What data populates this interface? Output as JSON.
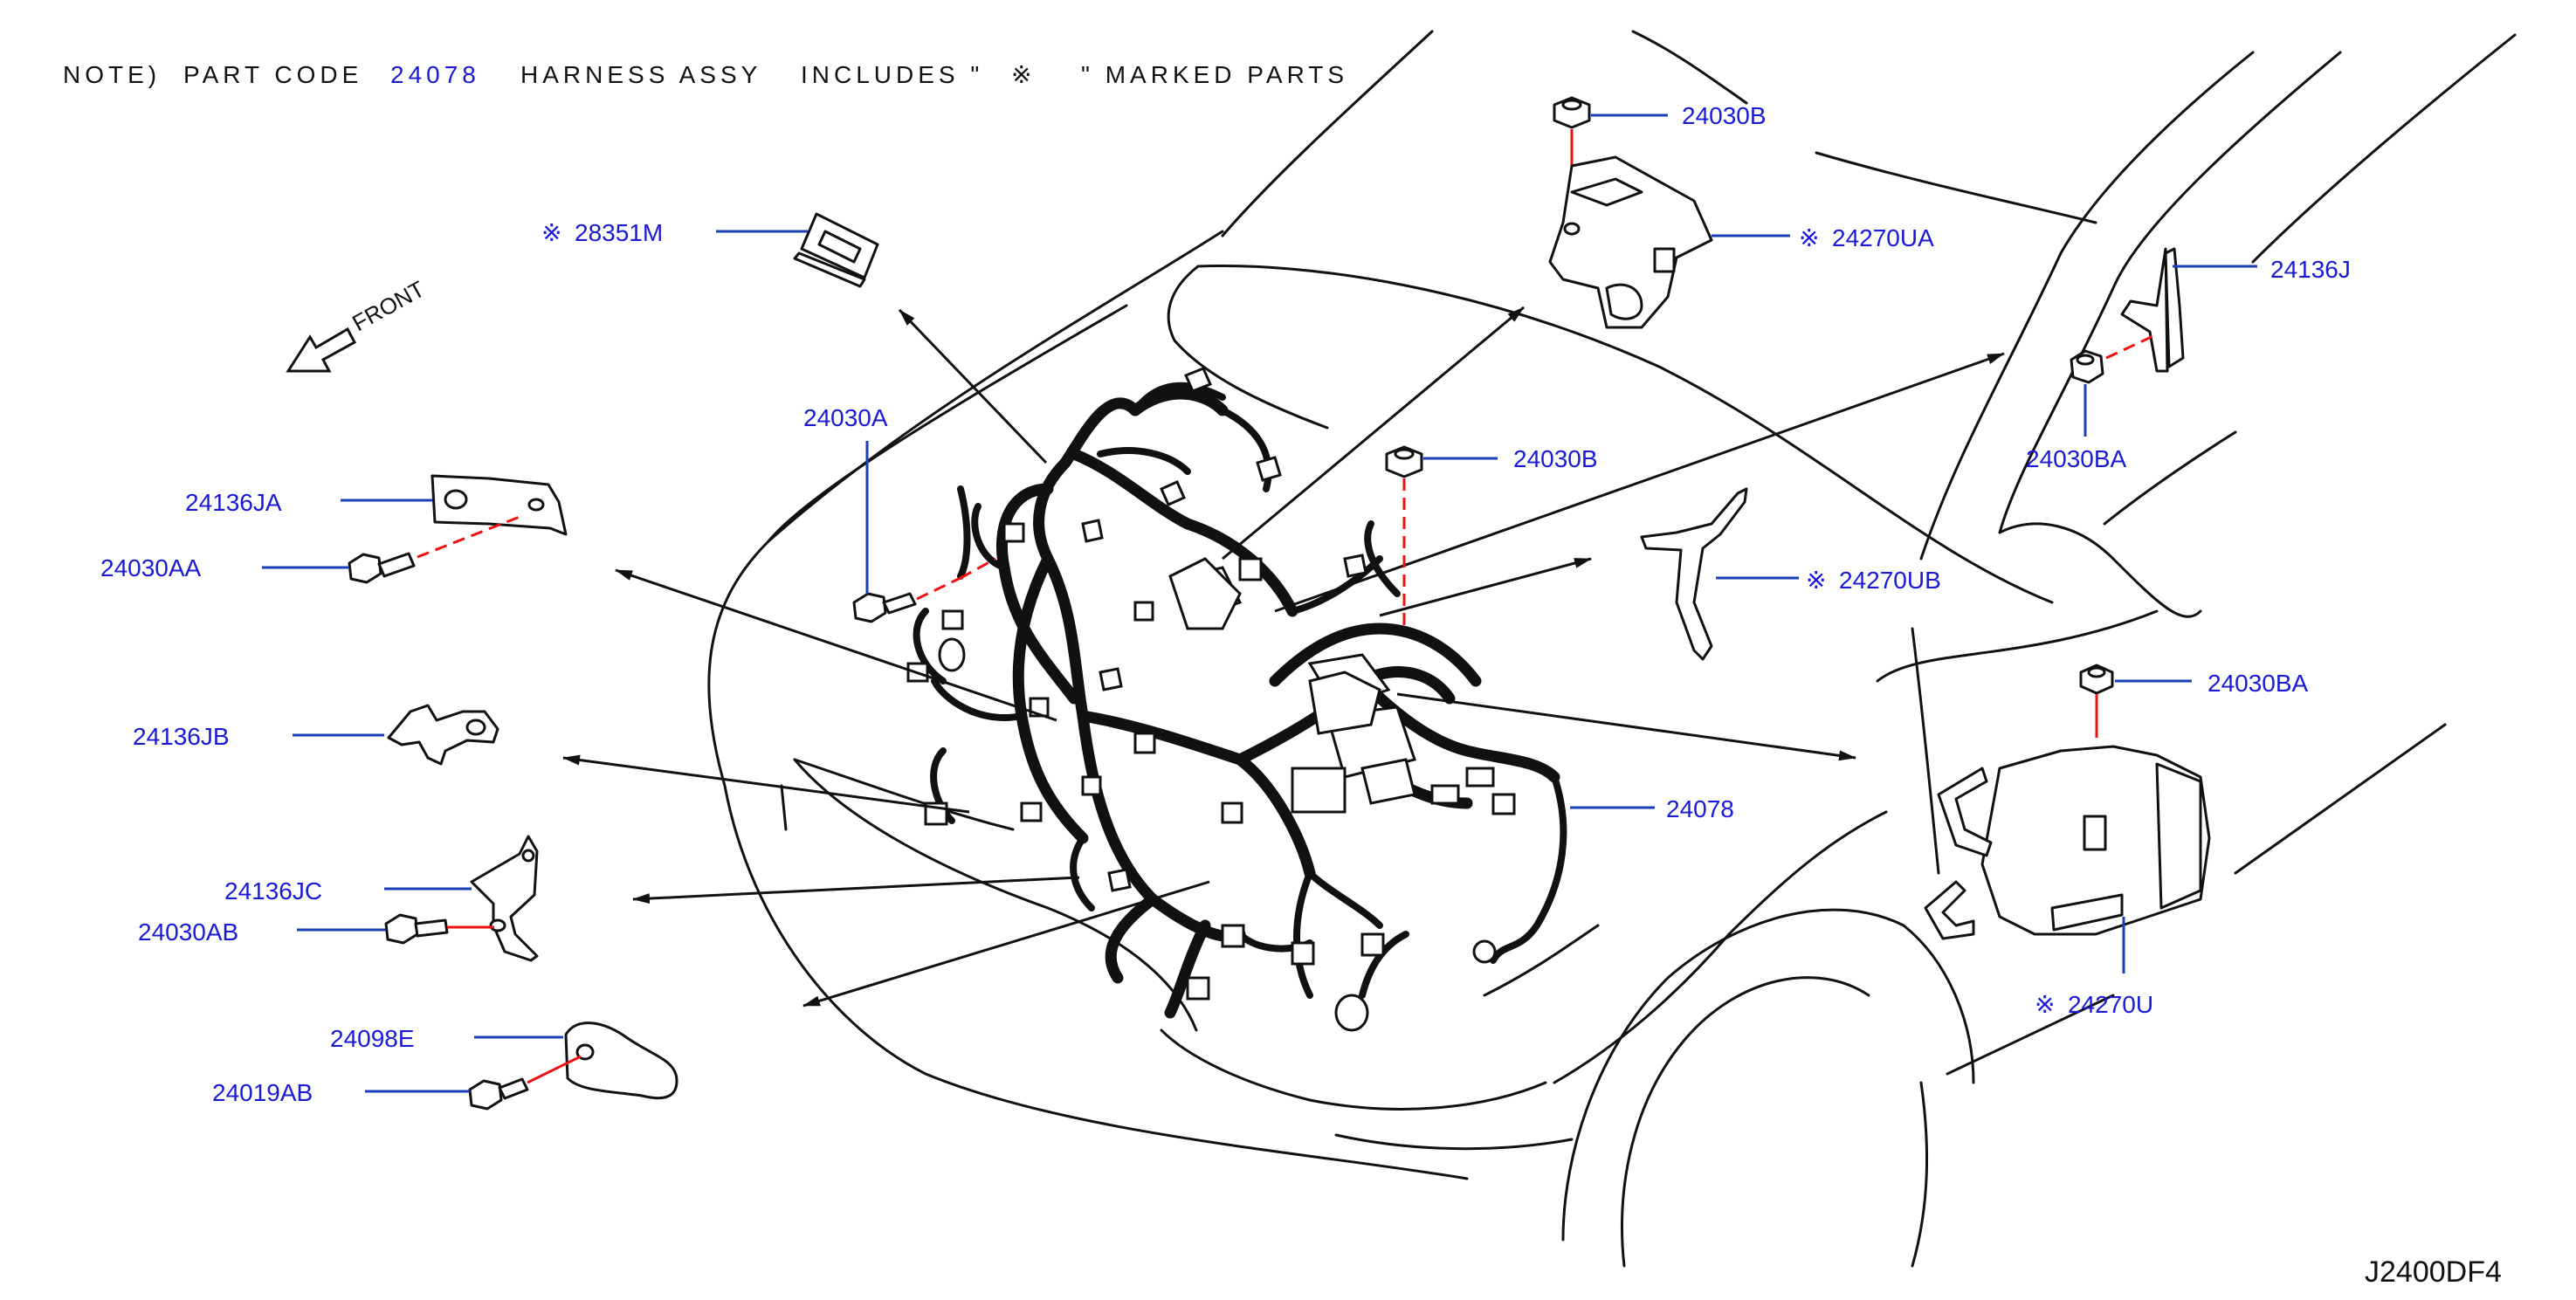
{
  "note": {
    "prefix": "NOTE)",
    "part_code_label": "PART CODE",
    "part_code": "24078",
    "harness": "HARNESS ASSY",
    "includes": "INCLUDES \"",
    "mark": "※",
    "marked_parts": "\" MARKED PARTS"
  },
  "front_label": "FRONT",
  "drawing_ref": "J2400DF4",
  "mark_symbol": "※",
  "colors": {
    "label": "#1a1ad6",
    "leader": "#1a3fb8",
    "fastener_line": "#e11111",
    "line": "#111111"
  },
  "labels": {
    "p28351M": "28351M",
    "p24030B_top": "24030B",
    "p24270UA": "24270UA",
    "p24136J": "24136J",
    "p24030BA_right": "24030BA",
    "p24030A": "24030A",
    "p24030B_mid": "24030B",
    "p24270UB": "24270UB",
    "p24136JA": "24136JA",
    "p24030AA": "24030AA",
    "p24136JB": "24136JB",
    "p24030BA_lower": "24030BA",
    "p24078": "24078",
    "p24136JC": "24136JC",
    "p24030AB": "24030AB",
    "p24270U": "24270U",
    "p24098E": "24098E",
    "p24019AB": "24019AB"
  }
}
